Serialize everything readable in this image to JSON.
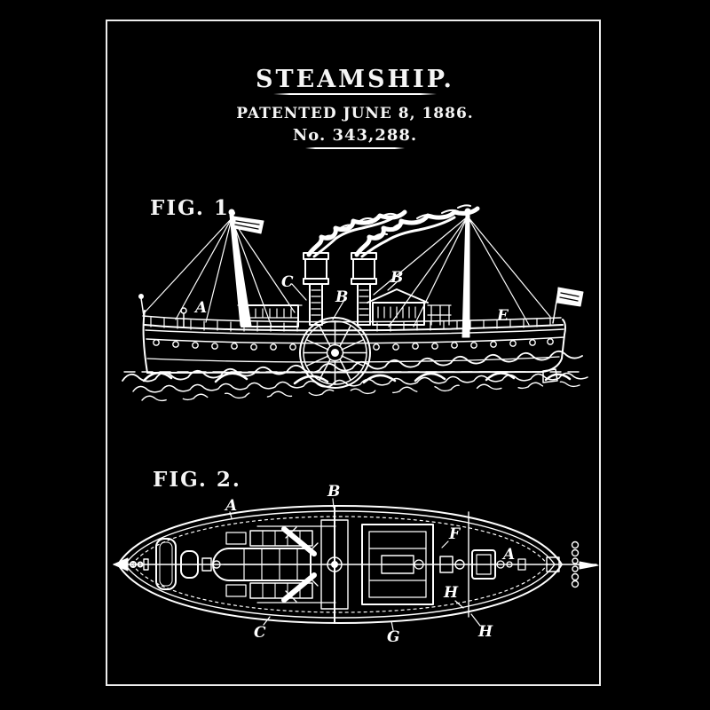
{
  "poster": {
    "title": "STEAMSHIP.",
    "patent_line": "PATENTED JUNE 8, 1886.",
    "patent_number": "No. 343,288.",
    "colors": {
      "background": "#000000",
      "ink": "#ffffff",
      "frame": "#ededed"
    }
  },
  "fig1": {
    "caption": "FIG. 1.",
    "description": "side elevation of paddle steamship",
    "part_labels": [
      "A",
      "C",
      "B",
      "B",
      "E"
    ]
  },
  "fig2": {
    "caption": "FIG. 2.",
    "description": "deck plan of hull machinery",
    "part_labels": [
      "A",
      "B",
      "C",
      "F",
      "A",
      "H",
      "G",
      "H"
    ]
  }
}
